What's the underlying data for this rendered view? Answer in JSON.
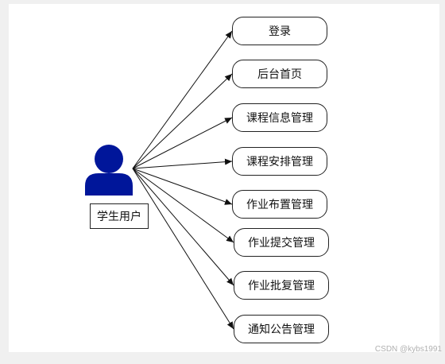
{
  "diagram": {
    "actor": {
      "label": "学生用户",
      "icon": "person-icon",
      "color": "#00169a"
    },
    "use_cases": [
      {
        "id": "login",
        "label": "登录"
      },
      {
        "id": "home",
        "label": "后台首页"
      },
      {
        "id": "course-info",
        "label": "课程信息管理"
      },
      {
        "id": "course-schedule",
        "label": "课程安排管理"
      },
      {
        "id": "homework-assign",
        "label": "作业布置管理"
      },
      {
        "id": "homework-submit",
        "label": "作业提交管理"
      },
      {
        "id": "homework-review",
        "label": "作业批复管理"
      },
      {
        "id": "announcement",
        "label": "通知公告管理"
      }
    ]
  },
  "watermark": "CSDN @kybs1991"
}
